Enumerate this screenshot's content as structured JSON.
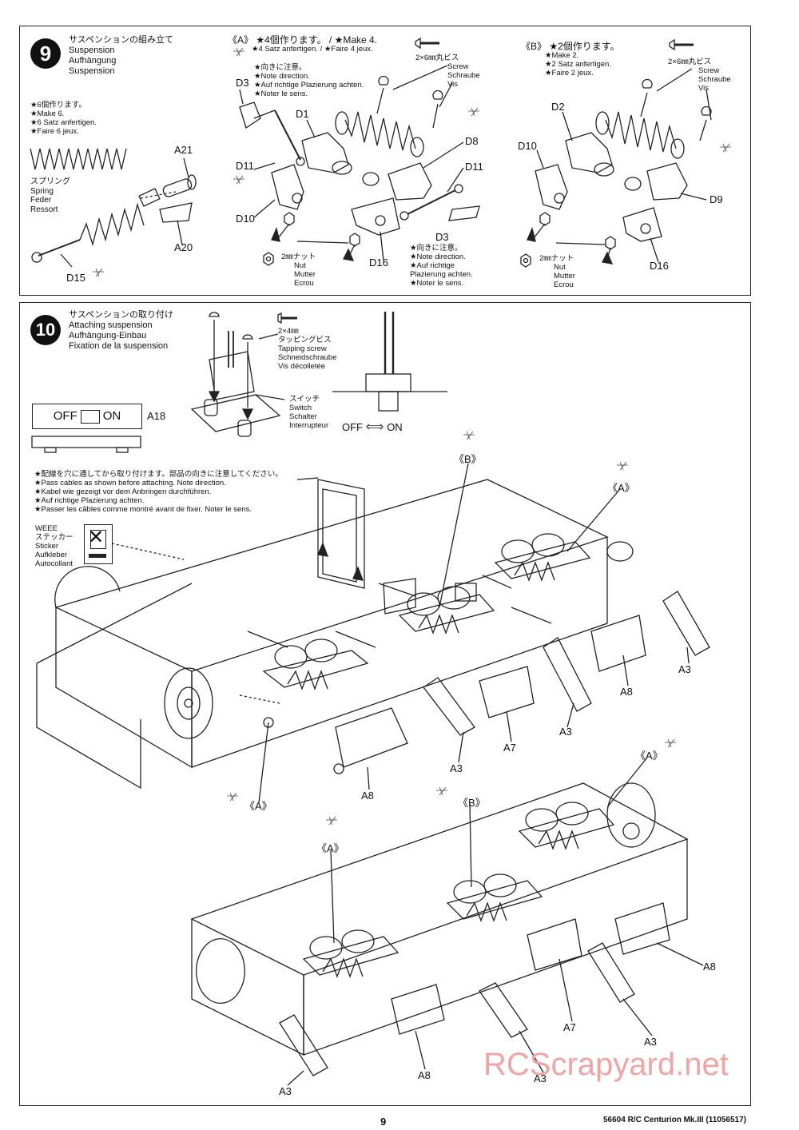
{
  "step9": {
    "number": "9",
    "title_jp": "サスペンションの組み立て",
    "title_en": "Suspension",
    "title_de": "Aufhängung",
    "title_fr": "Suspension",
    "left": {
      "make_jp": "★6個作ります。",
      "make_en": "★Make 6.",
      "make_de": "★6 Satz anfertigen.",
      "make_fr": "★Faire 6 jeux.",
      "spring_jp": "スプリング",
      "spring_en": "Spring",
      "spring_de": "Feder",
      "spring_fr": "Ressort",
      "parts": [
        "A21",
        "A20",
        "D15"
      ]
    },
    "groupA": {
      "title": "《A》",
      "make_jp": "★4個作ります。 / ★Make 4.",
      "make_de": "★4 Satz anfertigen. / ★Faire 4 jeux.",
      "dir_jp": "★向きに注意。",
      "dir_en": "★Note direction.",
      "dir_de": "★Auf richtige Plazierung achten.",
      "dir_fr": "★Noter le sens.",
      "screw_size": "2×6㎜丸ビス",
      "screw_en": "Screw",
      "screw_de": "Schraube",
      "screw_fr": "Vis",
      "nut_size": "2㎜ナット",
      "nut_en": "Nut",
      "nut_de": "Mutter",
      "nut_fr": "Ecrou",
      "dir2_jp": "★向きに注意。",
      "dir2_en": "★Note direction.",
      "dir2_de1": "★Auf richtige",
      "dir2_de2": "Plazierung achten.",
      "dir2_fr": "★Noter le sens.",
      "parts": [
        "D3",
        "D1",
        "D11",
        "D10",
        "D8",
        "D11",
        "D3",
        "D16"
      ]
    },
    "groupB": {
      "title": "《B》",
      "make_jp": "★2個作ります。",
      "make_en": "★Make 2.",
      "make_de": "★2 Satz anfertigen.",
      "make_fr": "★Faire 2 jeux.",
      "screw_size": "2×6㎜丸ビス",
      "screw_en": "Screw",
      "screw_de": "Schraube",
      "screw_fr": "Vis",
      "nut_size": "2㎜ナット",
      "nut_en": "Nut",
      "nut_de": "Mutter",
      "nut_fr": "Ecrou",
      "parts": [
        "D2",
        "D10",
        "D9",
        "D16"
      ]
    }
  },
  "step10": {
    "number": "10",
    "title_jp": "サスペンションの取り付け",
    "title_en": "Attaching suspension",
    "title_de": "Aufhängung-Einbau",
    "title_fr": "Fixation de la suspension",
    "screw_size": "2×4㎜",
    "screw_jp": "タッピングビス",
    "screw_en": "Tapping screw",
    "screw_de": "Schneidschraube",
    "screw_fr": "Vis décolletée",
    "switch_jp": "スイッチ",
    "switch_en": "Switch",
    "switch_de": "Schalter",
    "switch_fr": "Interrupteur",
    "off": "OFF",
    "on": "ON",
    "switch_part": "A18",
    "cable_jp": "★配線を穴に通してから取り付けます。部品の向きに注意してください。",
    "cable_en": "★Pass cables as shown before attaching. Note direction.",
    "cable_de": "★Kabel wie gezeigt vor dem Anbringen durchführen.",
    "cable_de2": "★Auf richtige Plazierung achten.",
    "cable_fr": "★Passer les câbles comme montré avant de fixer. Noter le sens.",
    "weee": "WEEE",
    "weee_jp": "ステッカー",
    "weee_en": "Sticker",
    "weee_de": "Aufkleber",
    "weee_fr": "Autocollant",
    "labels_upper": [
      "《B》",
      "《A》",
      "A3",
      "A8",
      "A3",
      "A7",
      "A3",
      "A8",
      "《A》"
    ],
    "labels_lower": [
      "《A》",
      "《B》",
      "《A》",
      "A8",
      "A7",
      "A3",
      "A3",
      "A8",
      "A3"
    ]
  },
  "footer": {
    "page": "9",
    "code": "56604 R/C Centurion Mk.III (11056517)",
    "watermark": "RCScrapyard.net"
  }
}
